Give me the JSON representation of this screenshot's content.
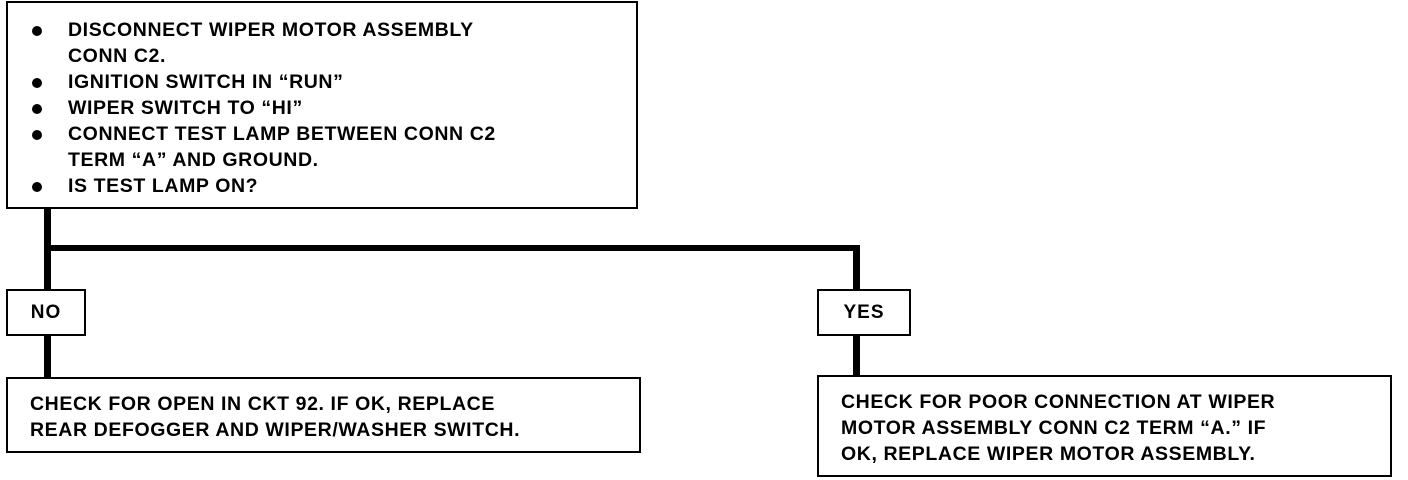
{
  "question": {
    "items": [
      "DISCONNECT WIPER MOTOR ASSEMBLY CONN C2.",
      "IGNITION SWITCH IN “RUN”",
      "WIPER SWITCH TO “HI”",
      "CONNECT TEST LAMP BETWEEN CONN C2 TERM “A” AND GROUND.",
      "IS TEST LAMP ON?"
    ],
    "item_lines": [
      [
        "DISCONNECT WIPER MOTOR ASSEMBLY",
        "CONN C2."
      ],
      [
        "IGNITION SWITCH IN “RUN”"
      ],
      [
        "WIPER SWITCH TO “HI”"
      ],
      [
        "CONNECT TEST LAMP BETWEEN CONN C2",
        "TERM “A” AND GROUND."
      ],
      [
        "IS TEST LAMP ON?"
      ]
    ]
  },
  "branches": {
    "no": {
      "label": "NO",
      "result_lines": [
        "CHECK FOR OPEN IN CKT 92.  IF OK, REPLACE",
        "REAR DEFOGGER AND WIPER/WASHER SWITCH."
      ]
    },
    "yes": {
      "label": "YES",
      "result_lines": [
        "CHECK FOR POOR CONNECTION AT WIPER",
        "MOTOR ASSEMBLY CONN C2 TERM “A.”  IF",
        "OK, REPLACE WIPER MOTOR ASSEMBLY."
      ]
    }
  },
  "colors": {
    "line": "#000000",
    "background": "#ffffff"
  }
}
